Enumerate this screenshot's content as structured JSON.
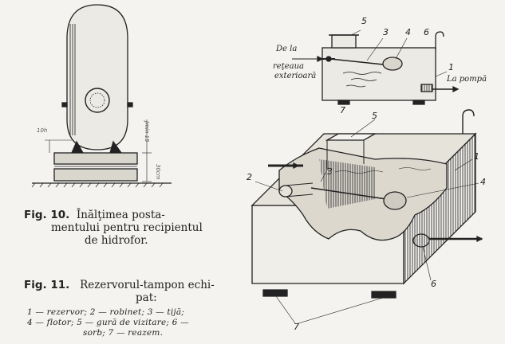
{
  "fig10": {
    "dim_left": "10h",
    "dim_right_1": "Jmin 15",
    "dim_right_2": "30cm",
    "caption_num": "Fig. 10.",
    "caption_l1": "Înălţimea posta-",
    "caption_l2": "mentului pentru recipientul",
    "caption_l3": "de hidrofor."
  },
  "fig11_top": {
    "n5": "5",
    "n3": "3",
    "n4": "4",
    "n6": "6",
    "n1": "1",
    "n7": "7",
    "from_l1": "De la",
    "from_l2": "reţeaua",
    "from_l3": "exterioară",
    "to_pump": "La pompă"
  },
  "fig11_iso": {
    "n5": "5",
    "n3": "3",
    "n2": "2",
    "n4": "4",
    "n1": "1",
    "n6": "6",
    "n7": "7"
  },
  "fig11_caption": {
    "caption_num": "Fig. 11.",
    "caption_l1": "Rezervorul-tampon echi-",
    "caption_l2": "pat:",
    "legend_l1": "1 — rezervor; 2 — robinet; 3 — tijă;",
    "legend_l2": "4 — flotor; 5 — gură de vizitare; 6 —",
    "legend_l3": "sorb; 7 — reazem."
  }
}
